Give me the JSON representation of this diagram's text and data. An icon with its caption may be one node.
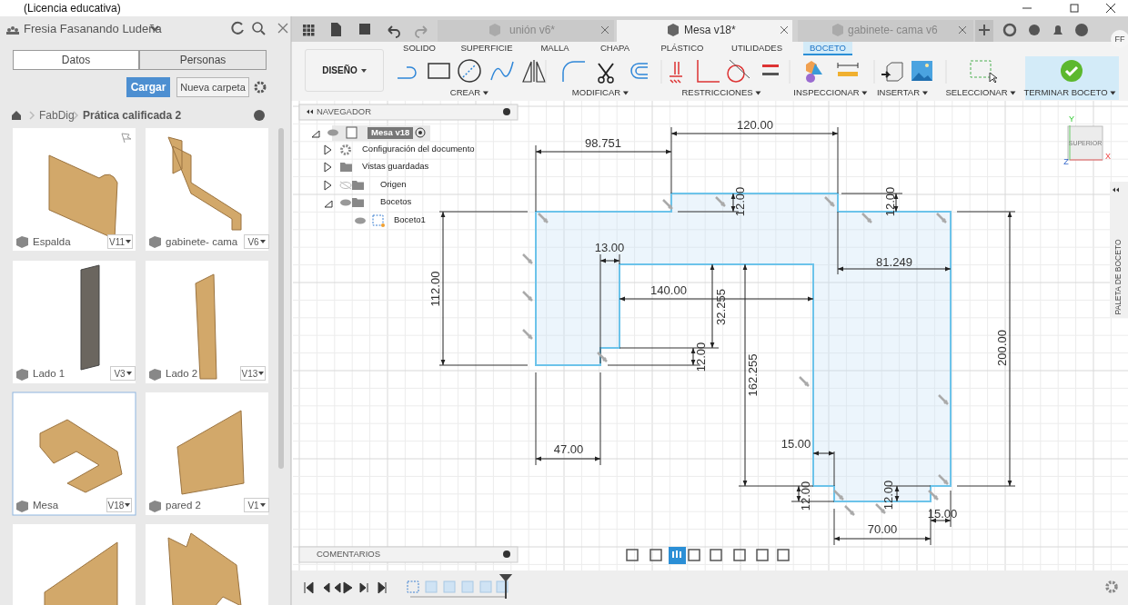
{
  "diagram": {
    "labels": [
      "(Licencia educativa)",
      "Fresia Fasanando Ludeña",
      "Datos",
      "Personas",
      "Cargar",
      "Nueva carpeta",
      "FabDig",
      "Prática calificada 2",
      "Espalda",
      "V11",
      "gabinete- cama",
      "V6",
      "Lado 1",
      "V3",
      "Lado 2",
      "V13",
      "Mesa",
      "V18",
      "pared 2",
      "V1",
      "unión v6*",
      "Mesa v18*",
      "gabinete- cama v6",
      "FF",
      "SOLIDO",
      "SUPERFICIE",
      "MALLA",
      "CHAPA",
      "PLÁSTICO",
      "UTILIDADES",
      "BOCETO",
      "DISEÑO",
      "CREAR",
      "MODIFICAR",
      "RESTRICCIONES",
      "INSPECCIONAR",
      "INSERTAR",
      "SELECCIONAR",
      "TERMINAR BOCETO",
      "NAVEGADOR",
      "Mesa v18",
      "Configuración del documento",
      "Vistas guardadas",
      "Origen",
      "Bocetos",
      "Boceto1",
      "98.751",
      "120.00",
      "12.00",
      "12.00",
      "13.00",
      "112.00",
      "81.249",
      "140.00",
      "32.255",
      "12.00",
      "162.255",
      "200.00",
      "47.00",
      "15.00",
      "12.00",
      "12.00",
      "70.00",
      "15.00",
      "SUPERIOR",
      "Y",
      "X",
      "Z",
      "PALETA DE BOCETO",
      "COMENTARIOS"
    ]
  }
}
